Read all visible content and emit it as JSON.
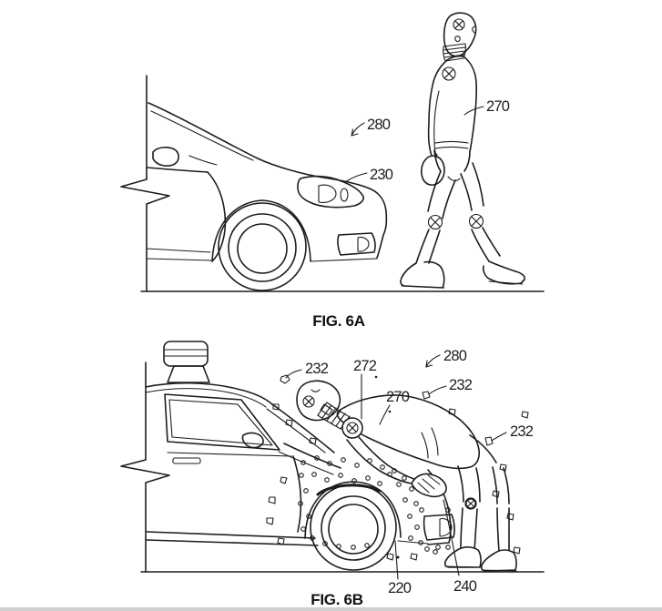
{
  "page": {
    "background_color": "#ffffff",
    "line_color": "#1d1d1f",
    "footer_edge_color": "#cfcfcf"
  },
  "fig6a": {
    "caption": "FIG. 6A",
    "refs": {
      "r280": "280",
      "r270": "270",
      "r230": "230"
    }
  },
  "fig6b": {
    "caption": "FIG. 6B",
    "refs": {
      "r232a": "232",
      "r272": "272",
      "r280": "280",
      "r232b": "232",
      "r270": "270",
      "r232c": "232",
      "r220": "220",
      "r240": "240"
    }
  }
}
